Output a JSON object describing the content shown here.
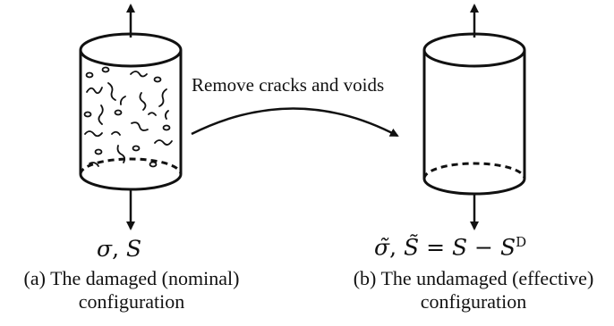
{
  "arrow_label": "Remove cracks and voids",
  "left": {
    "symbols": {
      "sigma": "σ",
      "sep": ", ",
      "S": "S"
    },
    "caption_line1": "(a) The damaged (nominal)",
    "caption_line2": "configuration"
  },
  "right": {
    "symbols": {
      "sigma": "σ̃",
      "sep": ", ",
      "S": "S̃",
      "eq": " = ",
      "S2": "S",
      "minus": " − ",
      "S3": "S",
      "sup": "D"
    },
    "caption_line1": "(b) The undamaged (effective)",
    "caption_line2": "configuration"
  }
}
